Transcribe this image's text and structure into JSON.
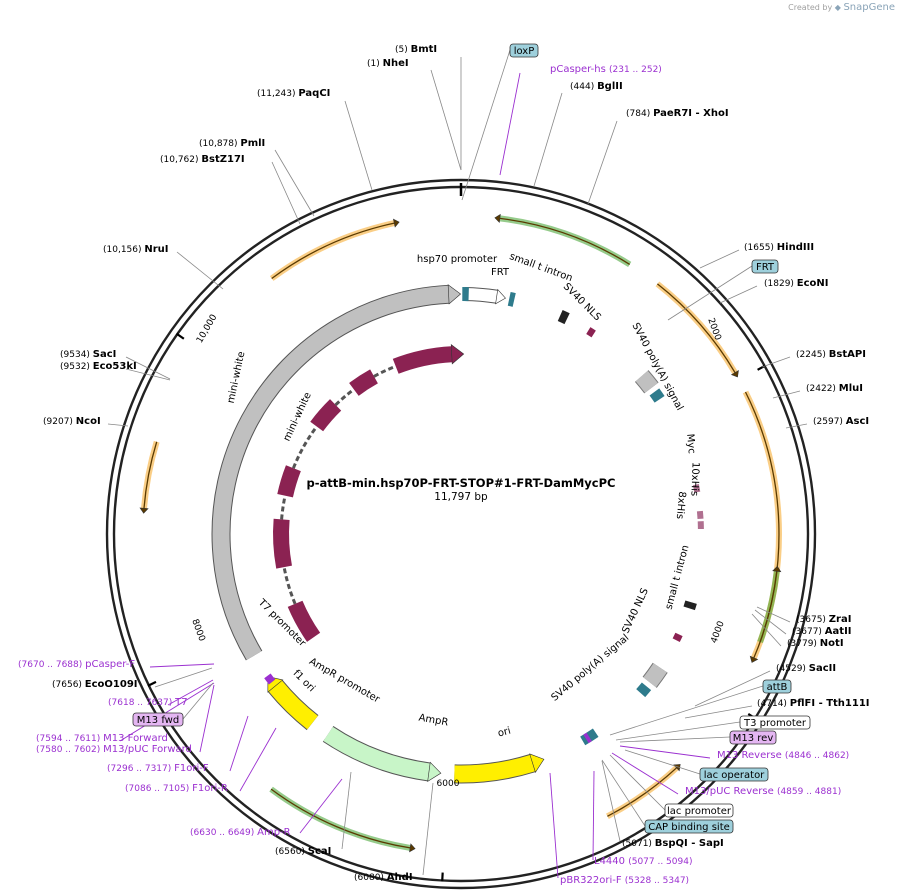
{
  "watermark": {
    "prefix": "Created by",
    "brand": "SnapGene"
  },
  "plasmid": {
    "name": "p-attB-min.hsp70P-FRT-STOP#1-FRT-DamMycPC",
    "size": "11,797 bp"
  },
  "ticks": [
    "2000",
    "4000",
    "6000",
    "8000",
    "10,000"
  ],
  "enzyme_sites": [
    {
      "pos": "(5)",
      "name": "BmtI"
    },
    {
      "pos": "(1)",
      "name": "NheI"
    },
    {
      "pos": "(11,243)",
      "name": "PaqCI"
    },
    {
      "pos": "(444)",
      "name": "BglII"
    },
    {
      "pos": "(784)",
      "name": "PaeR7I  - XhoI"
    },
    {
      "pos": "(10,878)",
      "name": "PmlI"
    },
    {
      "pos": "(10,762)",
      "name": "BstZ17I"
    },
    {
      "pos": "(10,156)",
      "name": "NruI"
    },
    {
      "pos": "(1655)",
      "name": "HindIII"
    },
    {
      "pos": "(1829)",
      "name": "EcoNI"
    },
    {
      "pos": "(9534)",
      "name": "SacI"
    },
    {
      "pos": "(9532)",
      "name": "Eco53kI"
    },
    {
      "pos": "(2245)",
      "name": "BstAPI"
    },
    {
      "pos": "(2422)",
      "name": "MluI"
    },
    {
      "pos": "(9207)",
      "name": "NcoI"
    },
    {
      "pos": "(2597)",
      "name": "AscI"
    },
    {
      "pos": "(3675)",
      "name": "ZraI"
    },
    {
      "pos": "(3677)",
      "name": "AatII"
    },
    {
      "pos": "(3779)",
      "name": "NotI"
    },
    {
      "pos": "(4529)",
      "name": "SacII"
    },
    {
      "pos": "(4714)",
      "name": "PflFI  - Tth111I"
    },
    {
      "pos": "(7656)",
      "name": "EcoO109I"
    },
    {
      "pos": "(5071)",
      "name": "BspQI  - SapI"
    },
    {
      "pos": "(6560)",
      "name": "ScaI"
    },
    {
      "pos": "(6080)",
      "name": "AhdI"
    }
  ],
  "primers": [
    {
      "name": "pCasper-hs",
      "range": "(231 .. 252)"
    },
    {
      "name": "pCasper-F",
      "range": "(7670 .. 7688)"
    },
    {
      "name": "T7",
      "range": "(7618 .. 7637)"
    },
    {
      "name": "M13 Forward",
      "range": "(7594 .. 7611)"
    },
    {
      "name": "M13/pUC Forward",
      "range": "(7580 .. 7602)"
    },
    {
      "name": "F1ori-F",
      "range": "(7296 .. 7317)"
    },
    {
      "name": "F1ori-R",
      "range": "(7086 .. 7105)"
    },
    {
      "name": "Amp-R",
      "range": "(6630 .. 6649)"
    },
    {
      "name": "M13 Reverse",
      "range": "(4846 .. 4862)"
    },
    {
      "name": "M13/pUC Reverse",
      "range": "(4859 .. 4881)"
    },
    {
      "name": "L4440",
      "range": "(5077 .. 5094)"
    },
    {
      "name": "pBR322ori-F",
      "range": "(5328 .. 5347)"
    }
  ],
  "boxed_features": {
    "loxP": "loxP",
    "FRT": "FRT",
    "attB": "attB",
    "T3 promoter": "T3 promoter",
    "M13 rev": "M13 rev",
    "lac operator": "lac operator",
    "lac promoter": "lac promoter",
    "CAP binding site": "CAP binding site",
    "M13 fwd": "M13 fwd"
  },
  "feature_labels": {
    "hsp70 promoter": "hsp70 promoter",
    "FRT": "FRT",
    "small t intron": "small t intron",
    "SV40 NLS": "SV40 NLS",
    "SV40 poly(A) signal": "SV40 poly(A) signal",
    "Myc": "Myc",
    "10xHis": "10xHis",
    "8xHis": "8xHis",
    "mini-white": "mini-white",
    "T7 promoter": "T7 promoter",
    "AmpR promoter": "AmpR promoter",
    "f1 ori": "f1 ori",
    "AmpR": "AmpR",
    "ori": "ori"
  },
  "colors": {
    "backbone": "#222222",
    "enzyme_line": "#888888",
    "primer": "#9b30d0",
    "orange_feature": "#f5a623",
    "green_feature": "#3ea12c",
    "grey_feature": "#c0c0c0",
    "maroon_feature": "#8b2252",
    "teal_feature": "#2e7b8c",
    "yellow_feature": "#ffef00",
    "light_green_feature": "#c8f5c8",
    "box_blue": "#9ed0dc",
    "box_purple": "#e4b6f2",
    "box_white": "#ffffff"
  }
}
